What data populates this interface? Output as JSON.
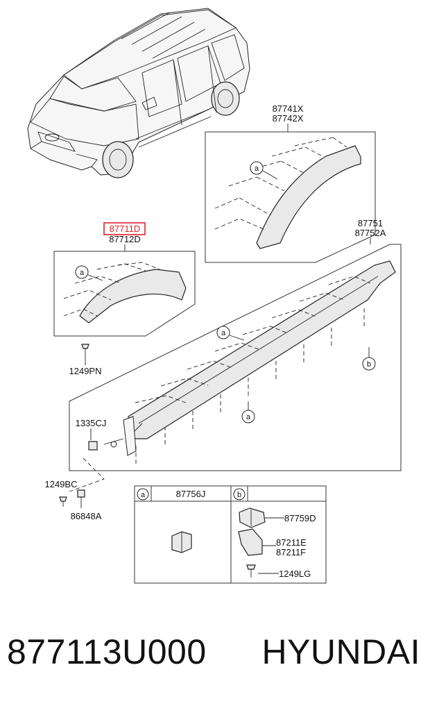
{
  "diagram": {
    "callouts": {
      "c1_line1": "87741X",
      "c1_line2": "87742X",
      "c2_line1": "87711D",
      "c2_line2": "87712D",
      "c3_line1": "87751",
      "c3_line2": "87752A",
      "c4": "1249PN",
      "c5": "1335CJ",
      "c6": "1249BC",
      "c7": "86848A"
    },
    "markers": {
      "a": "a",
      "b": "b"
    },
    "legend": {
      "a_part": "87756J",
      "b_part1": "87759D",
      "b_part2_line1": "87211E",
      "b_part2_line2": "87211F",
      "b_part3": "1249LG"
    },
    "highlight_color": "#e0202a"
  },
  "footer": {
    "part_number": "877113U000",
    "brand": "HYUNDAI"
  }
}
